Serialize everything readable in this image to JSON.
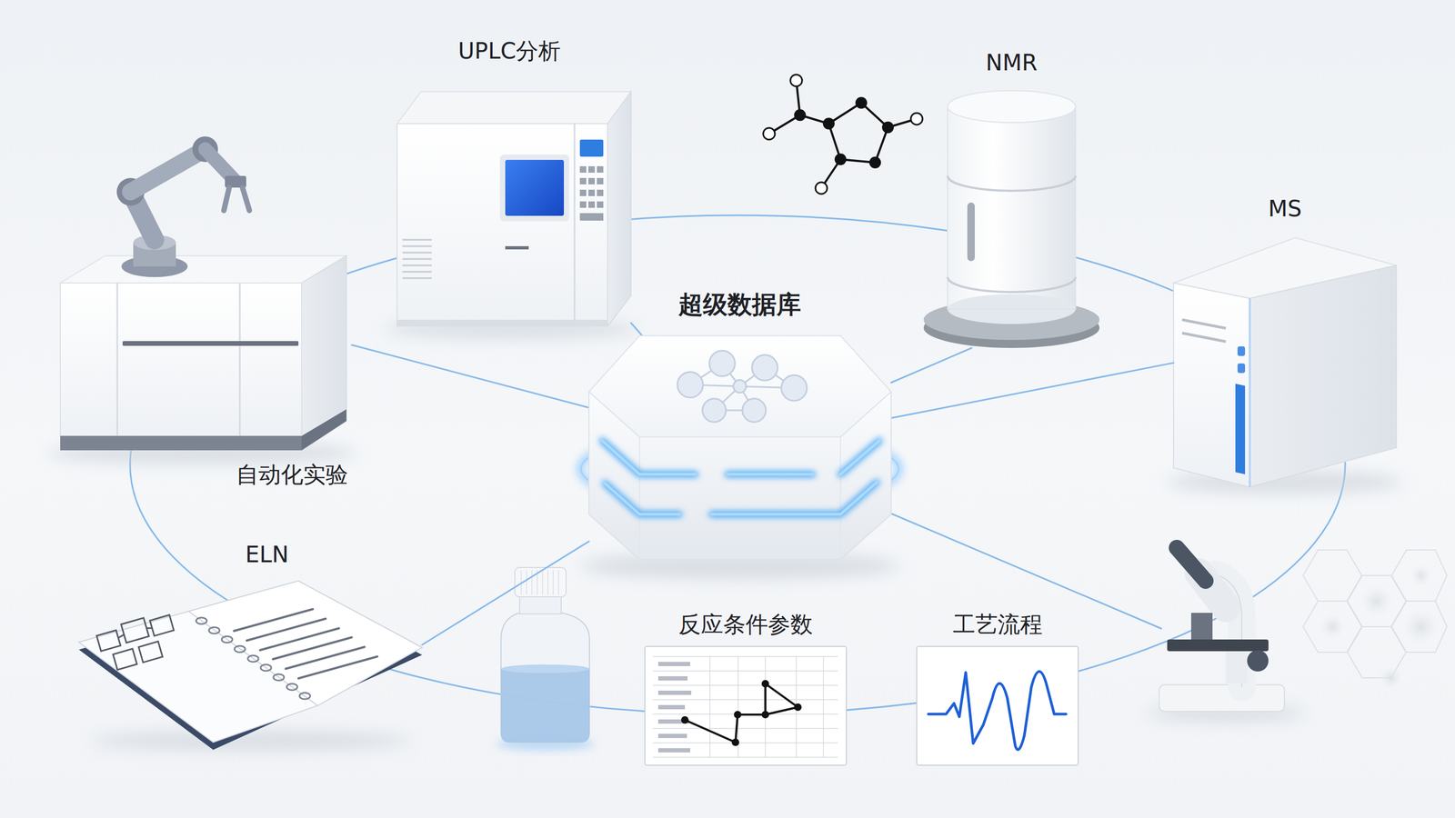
{
  "diagram": {
    "nodes": [
      {
        "text": [
          "UPLC分析"
        ]
      },
      {
        "text": [
          "NMR"
        ]
      },
      {
        "text": [
          "MS"
        ]
      },
      {
        "text": [
          "超级数据库"
        ]
      },
      {
        "text": [
          "自动化实验"
        ]
      },
      {
        "text": [
          "ELN"
        ]
      },
      {
        "text": [
          "反应条件参数"
        ]
      },
      {
        "text": [
          "工艺流程"
        ]
      }
    ],
    "edges": [
      {
        "from": 3,
        "to": 0,
        "arrow": "none"
      },
      {
        "from": 3,
        "to": 1,
        "arrow": "none"
      },
      {
        "from": 3,
        "to": 2,
        "arrow": "none"
      },
      {
        "from": 3,
        "to": 4,
        "arrow": "none"
      },
      {
        "from": 3,
        "to": 5,
        "arrow": "none"
      }
    ]
  }
}
